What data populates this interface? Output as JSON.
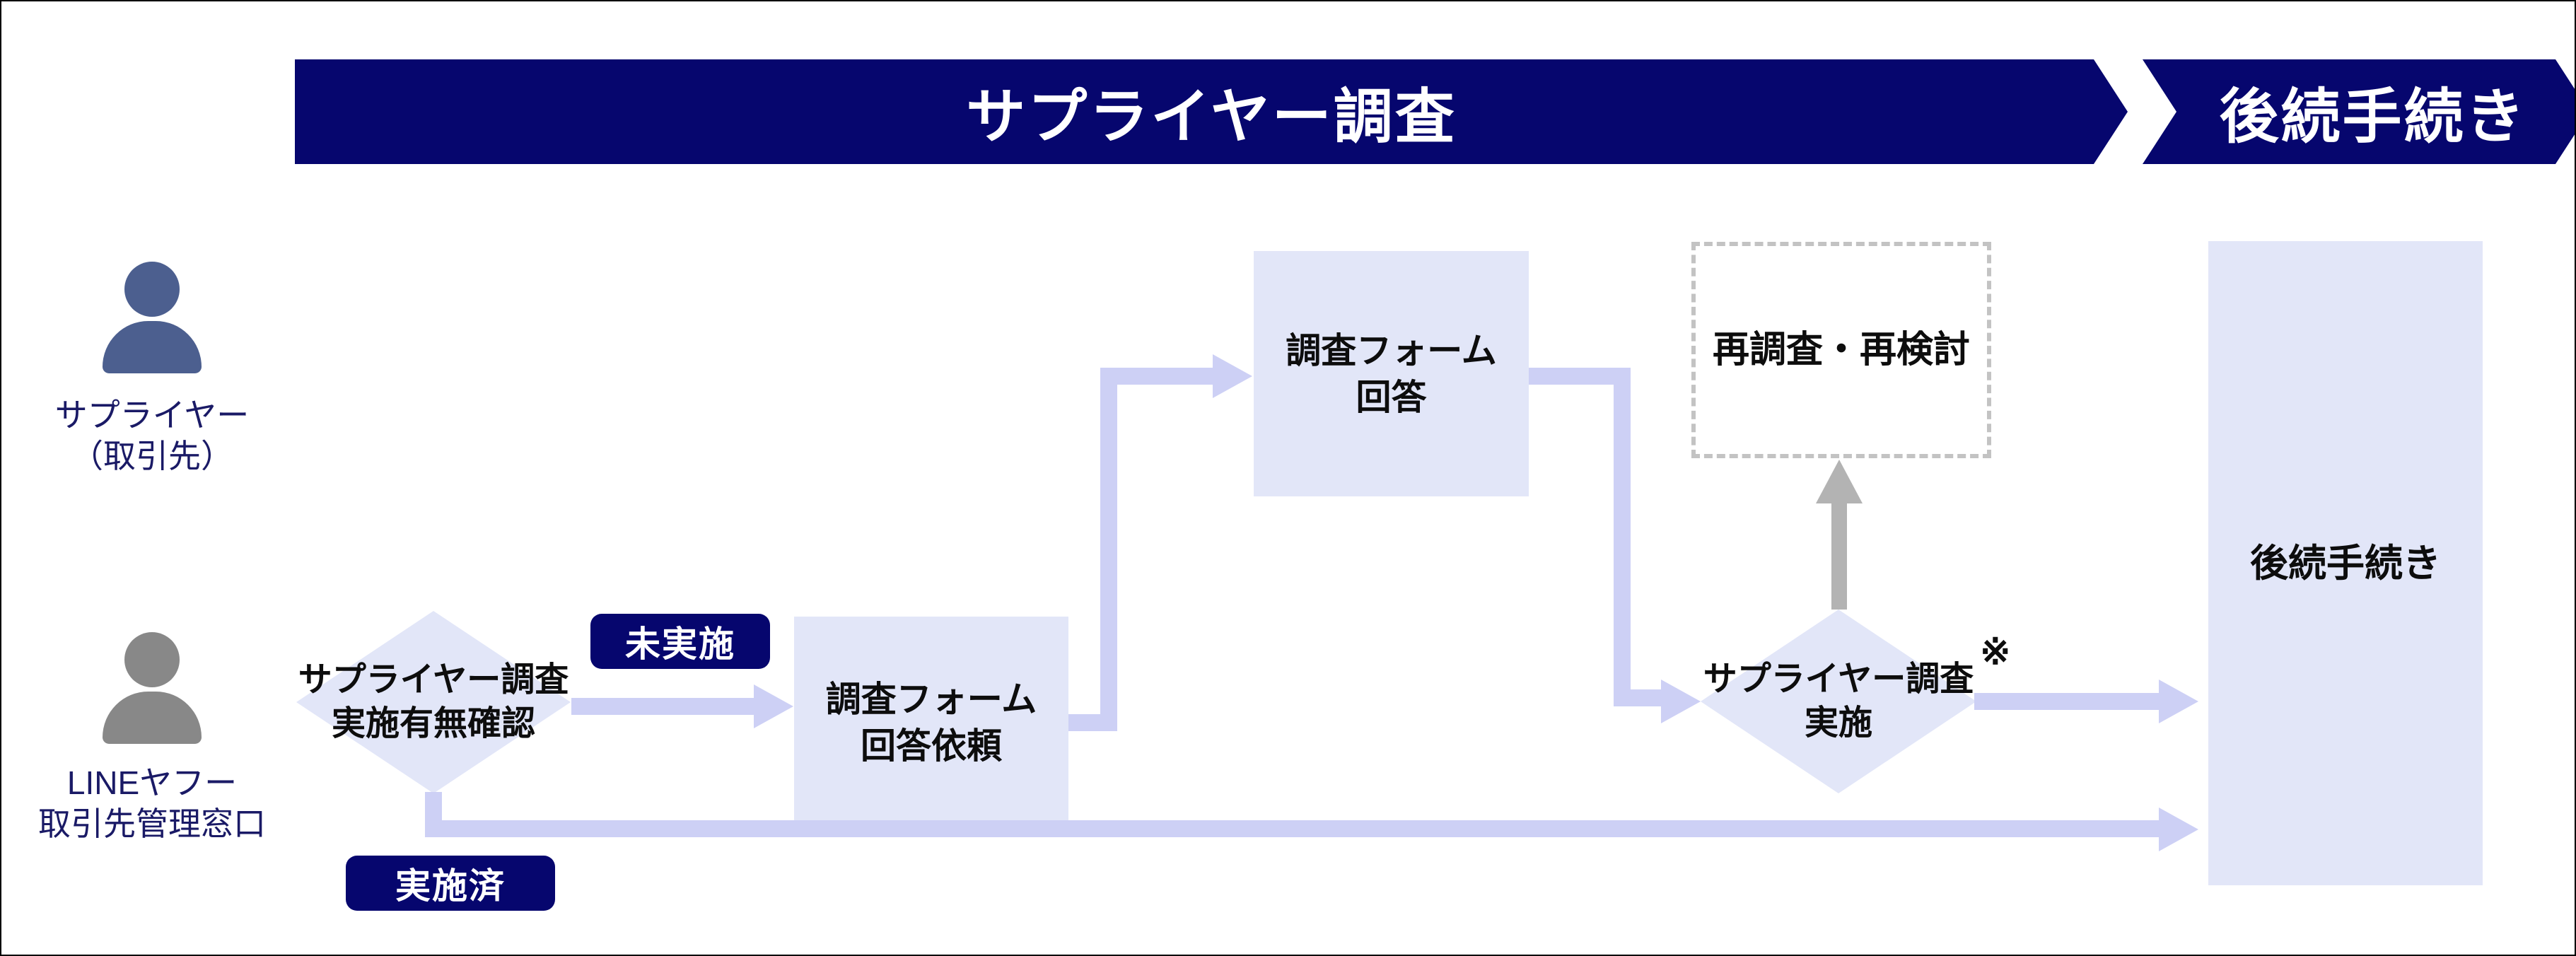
{
  "colors": {
    "navy": "#06066E",
    "lavender": "#E2E6F8",
    "periwinkle": "#CDD0F5",
    "gray_arrow": "#B3B3B3",
    "dash_border": "#C3C3C3",
    "person_supplier": "#4C5F8F",
    "person_ly": "#888888",
    "label_text": "#1A1A66",
    "node_text": "#0D0D0D"
  },
  "header": {
    "phase1": "サプライヤー調査",
    "phase2": "後続手続き"
  },
  "lanes": {
    "supplier": {
      "line1": "サプライヤー",
      "line2": "（取引先）"
    },
    "ly": {
      "line1": "LINEヤフー",
      "line2": "取引先管理窓口"
    }
  },
  "nodes": {
    "check": {
      "line1": "サプライヤー調査",
      "line2": "実施有無確認"
    },
    "request": {
      "line1": "調査フォーム",
      "line2": "回答依頼"
    },
    "answer": {
      "line1": "調査フォーム",
      "line2": "回答"
    },
    "resurvey": {
      "label": "再調査・再検討"
    },
    "conduct": {
      "line1": "サプライヤー調査",
      "line2": "実施",
      "note": "※"
    },
    "followup": {
      "label": "後続手続き"
    }
  },
  "badges": {
    "not_done": "未実施",
    "done": "実施済"
  }
}
